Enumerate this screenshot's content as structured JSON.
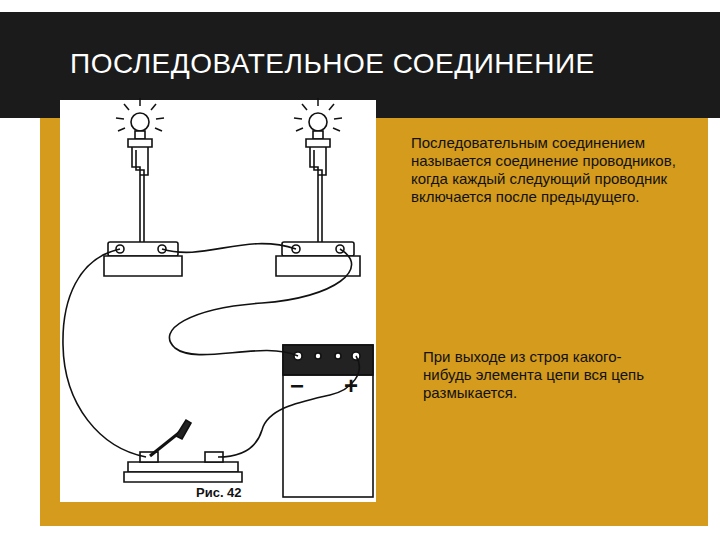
{
  "diagram": {
    "title": "ПОСЛЕДОВАТЕЛЬНОЕ СОЕДИНЕНИЕ",
    "labels": [
      "Последовательным соединением называется соединение проводников, когда каждый следующий проводник включается после предыдущего.",
      "При выходе из строя какого-нибудь элемента цепи вся цепь размыкается.",
      "−",
      "+",
      "Рис. 42"
    ]
  }
}
